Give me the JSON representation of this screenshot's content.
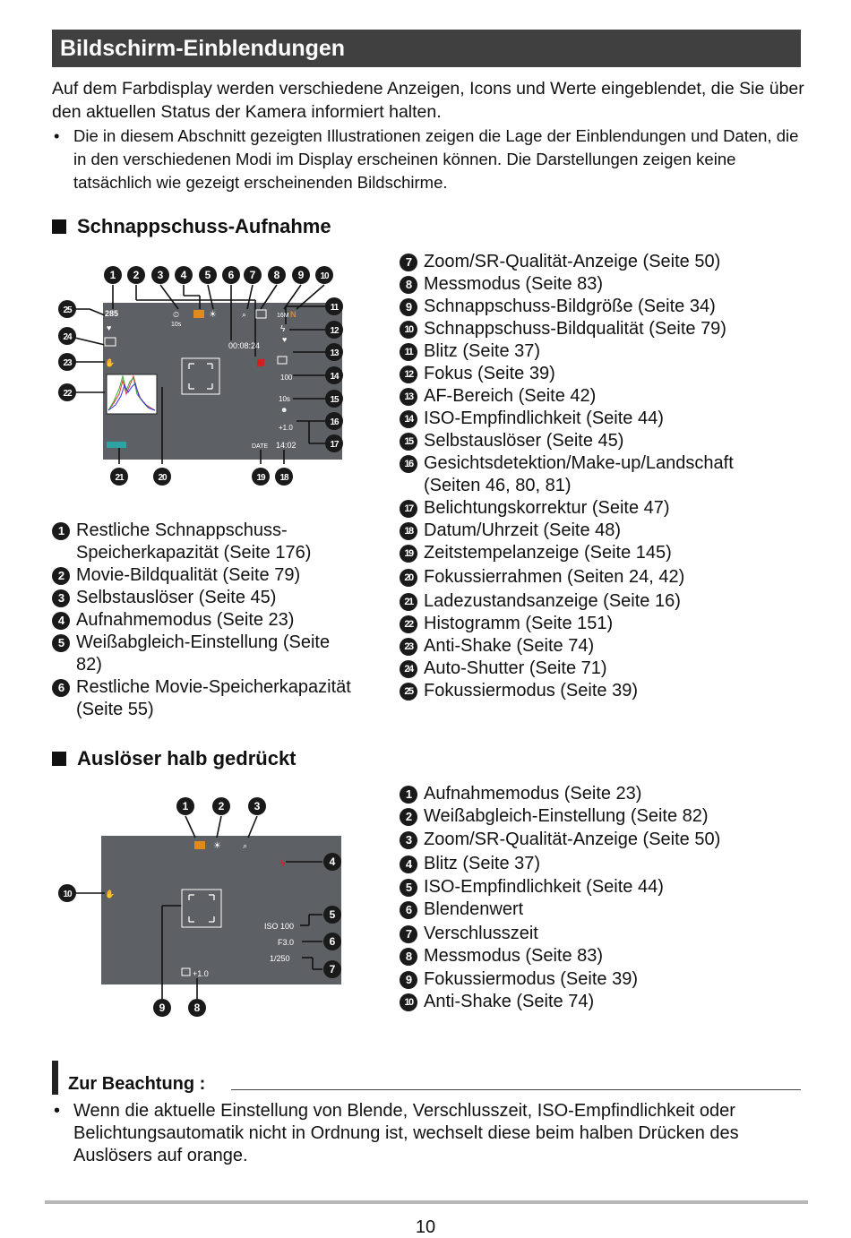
{
  "title": "Bildschirm-Einblendungen",
  "intro": "Auf dem Farbdisplay werden verschiedene Anzeigen, Icons und Werte eingeblendet, die Sie über den aktuellen Status der Kamera informiert halten.",
  "intro_bullet": "Die in diesem Abschnitt gezeigten Illustrationen zeigen die Lage der Einblendungen und Daten, die in den verschiedenen Modi im Display erscheinen können. Die Darstellungen zeigen keine tatsächlich wie gezeigt erscheinenden Bildschirme.",
  "bullet_char": "•",
  "section1": {
    "heading": "Schnappschuss-Aufnahme",
    "screen": {
      "shots": "285",
      "time": "00:08:24",
      "iso": "100",
      "timer": "10s",
      "ev": "+1.0",
      "clock": "14:02",
      "date_icon": "DATE",
      "size": "16M",
      "timer_small": "10s"
    },
    "items_left": [
      {
        "n": "1",
        "text": "Restliche Schnappschuss-Speicherkapazität (Seite 176)"
      },
      {
        "n": "2",
        "text": "Movie-Bildqualität (Seite 79)"
      },
      {
        "n": "3",
        "text": "Selbstauslöser (Seite 45)"
      },
      {
        "n": "4",
        "text": "Aufnahmemodus (Seite 23)"
      },
      {
        "n": "5",
        "text": "Weißabgleich-Einstellung (Seite 82)"
      },
      {
        "n": "6",
        "text": "Restliche Movie-Speicherkapazität (Seite 55)"
      }
    ],
    "items_right": [
      {
        "n": "7",
        "text": "Zoom/SR-Qualität-Anzeige (Seite 50)"
      },
      {
        "n": "8",
        "text": "Messmodus (Seite 83)"
      },
      {
        "n": "9",
        "text": "Schnappschuss-Bildgröße (Seite 34)"
      },
      {
        "n": "10",
        "text": "Schnappschuss-Bildqualität (Seite 79)"
      },
      {
        "n": "11",
        "text": "Blitz (Seite 37)"
      },
      {
        "n": "12",
        "text": "Fokus (Seite 39)"
      },
      {
        "n": "13",
        "text": "AF-Bereich (Seite 42)"
      },
      {
        "n": "14",
        "text": "ISO-Empfindlichkeit (Seite 44)"
      },
      {
        "n": "15",
        "text": "Selbstauslöser (Seite 45)"
      },
      {
        "n": "16",
        "text": "Gesichtsdetektion/Make-up/Landschaft (Seiten 46, 80, 81)"
      },
      {
        "n": "17",
        "text": "Belichtungskorrektur (Seite 47)"
      },
      {
        "n": "18",
        "text": "Datum/Uhrzeit (Seite 48)"
      },
      {
        "n": "19",
        "text": "Zeitstempelanzeige (Seite 145)"
      },
      {
        "n": "20",
        "text": "Fokussierrahmen (Seiten 24, 42)"
      },
      {
        "n": "21",
        "text": "Ladezustandsanzeige (Seite 16)"
      },
      {
        "n": "22",
        "text": "Histogramm (Seite 151)"
      },
      {
        "n": "23",
        "text": "Anti-Shake (Seite 74)"
      },
      {
        "n": "24",
        "text": "Auto-Shutter (Seite 71)"
      },
      {
        "n": "25",
        "text": "Fokussiermodus (Seite 39)"
      }
    ]
  },
  "section2": {
    "heading": "Auslöser halb gedrückt",
    "screen": {
      "iso": "ISO 100",
      "aperture": "F3.0",
      "shutter": "1/250",
      "ev": "+1.0"
    },
    "items": [
      {
        "n": "1",
        "text": "Aufnahmemodus (Seite 23)"
      },
      {
        "n": "2",
        "text": "Weißabgleich-Einstellung (Seite 82)"
      },
      {
        "n": "3",
        "text": "Zoom/SR-Qualität-Anzeige (Seite 50)"
      },
      {
        "n": "4",
        "text": "Blitz (Seite 37)"
      },
      {
        "n": "5",
        "text": "ISO-Empfindlichkeit (Seite 44)"
      },
      {
        "n": "6",
        "text": "Blendenwert"
      },
      {
        "n": "7",
        "text": "Verschlusszeit"
      },
      {
        "n": "8",
        "text": "Messmodus (Seite 83)"
      },
      {
        "n": "9",
        "text": "Fokussiermodus (Seite 39)"
      },
      {
        "n": "10",
        "text": "Anti-Shake (Seite 74)"
      }
    ]
  },
  "note": {
    "title": "Zur Beachtung :",
    "text": "Wenn die aktuelle Einstellung von Blende, Verschlusszeit, ISO-Empfindlichkeit oder Belichtungsautomatik nicht in Ordnung ist, wechselt diese beim halben Drücken des Auslösers auf orange."
  },
  "page_number": "10",
  "colors": {
    "banner": "#404040",
    "screen": "#5d6166",
    "accent_orange": "#e08a1e",
    "accent_red": "#d02020"
  }
}
